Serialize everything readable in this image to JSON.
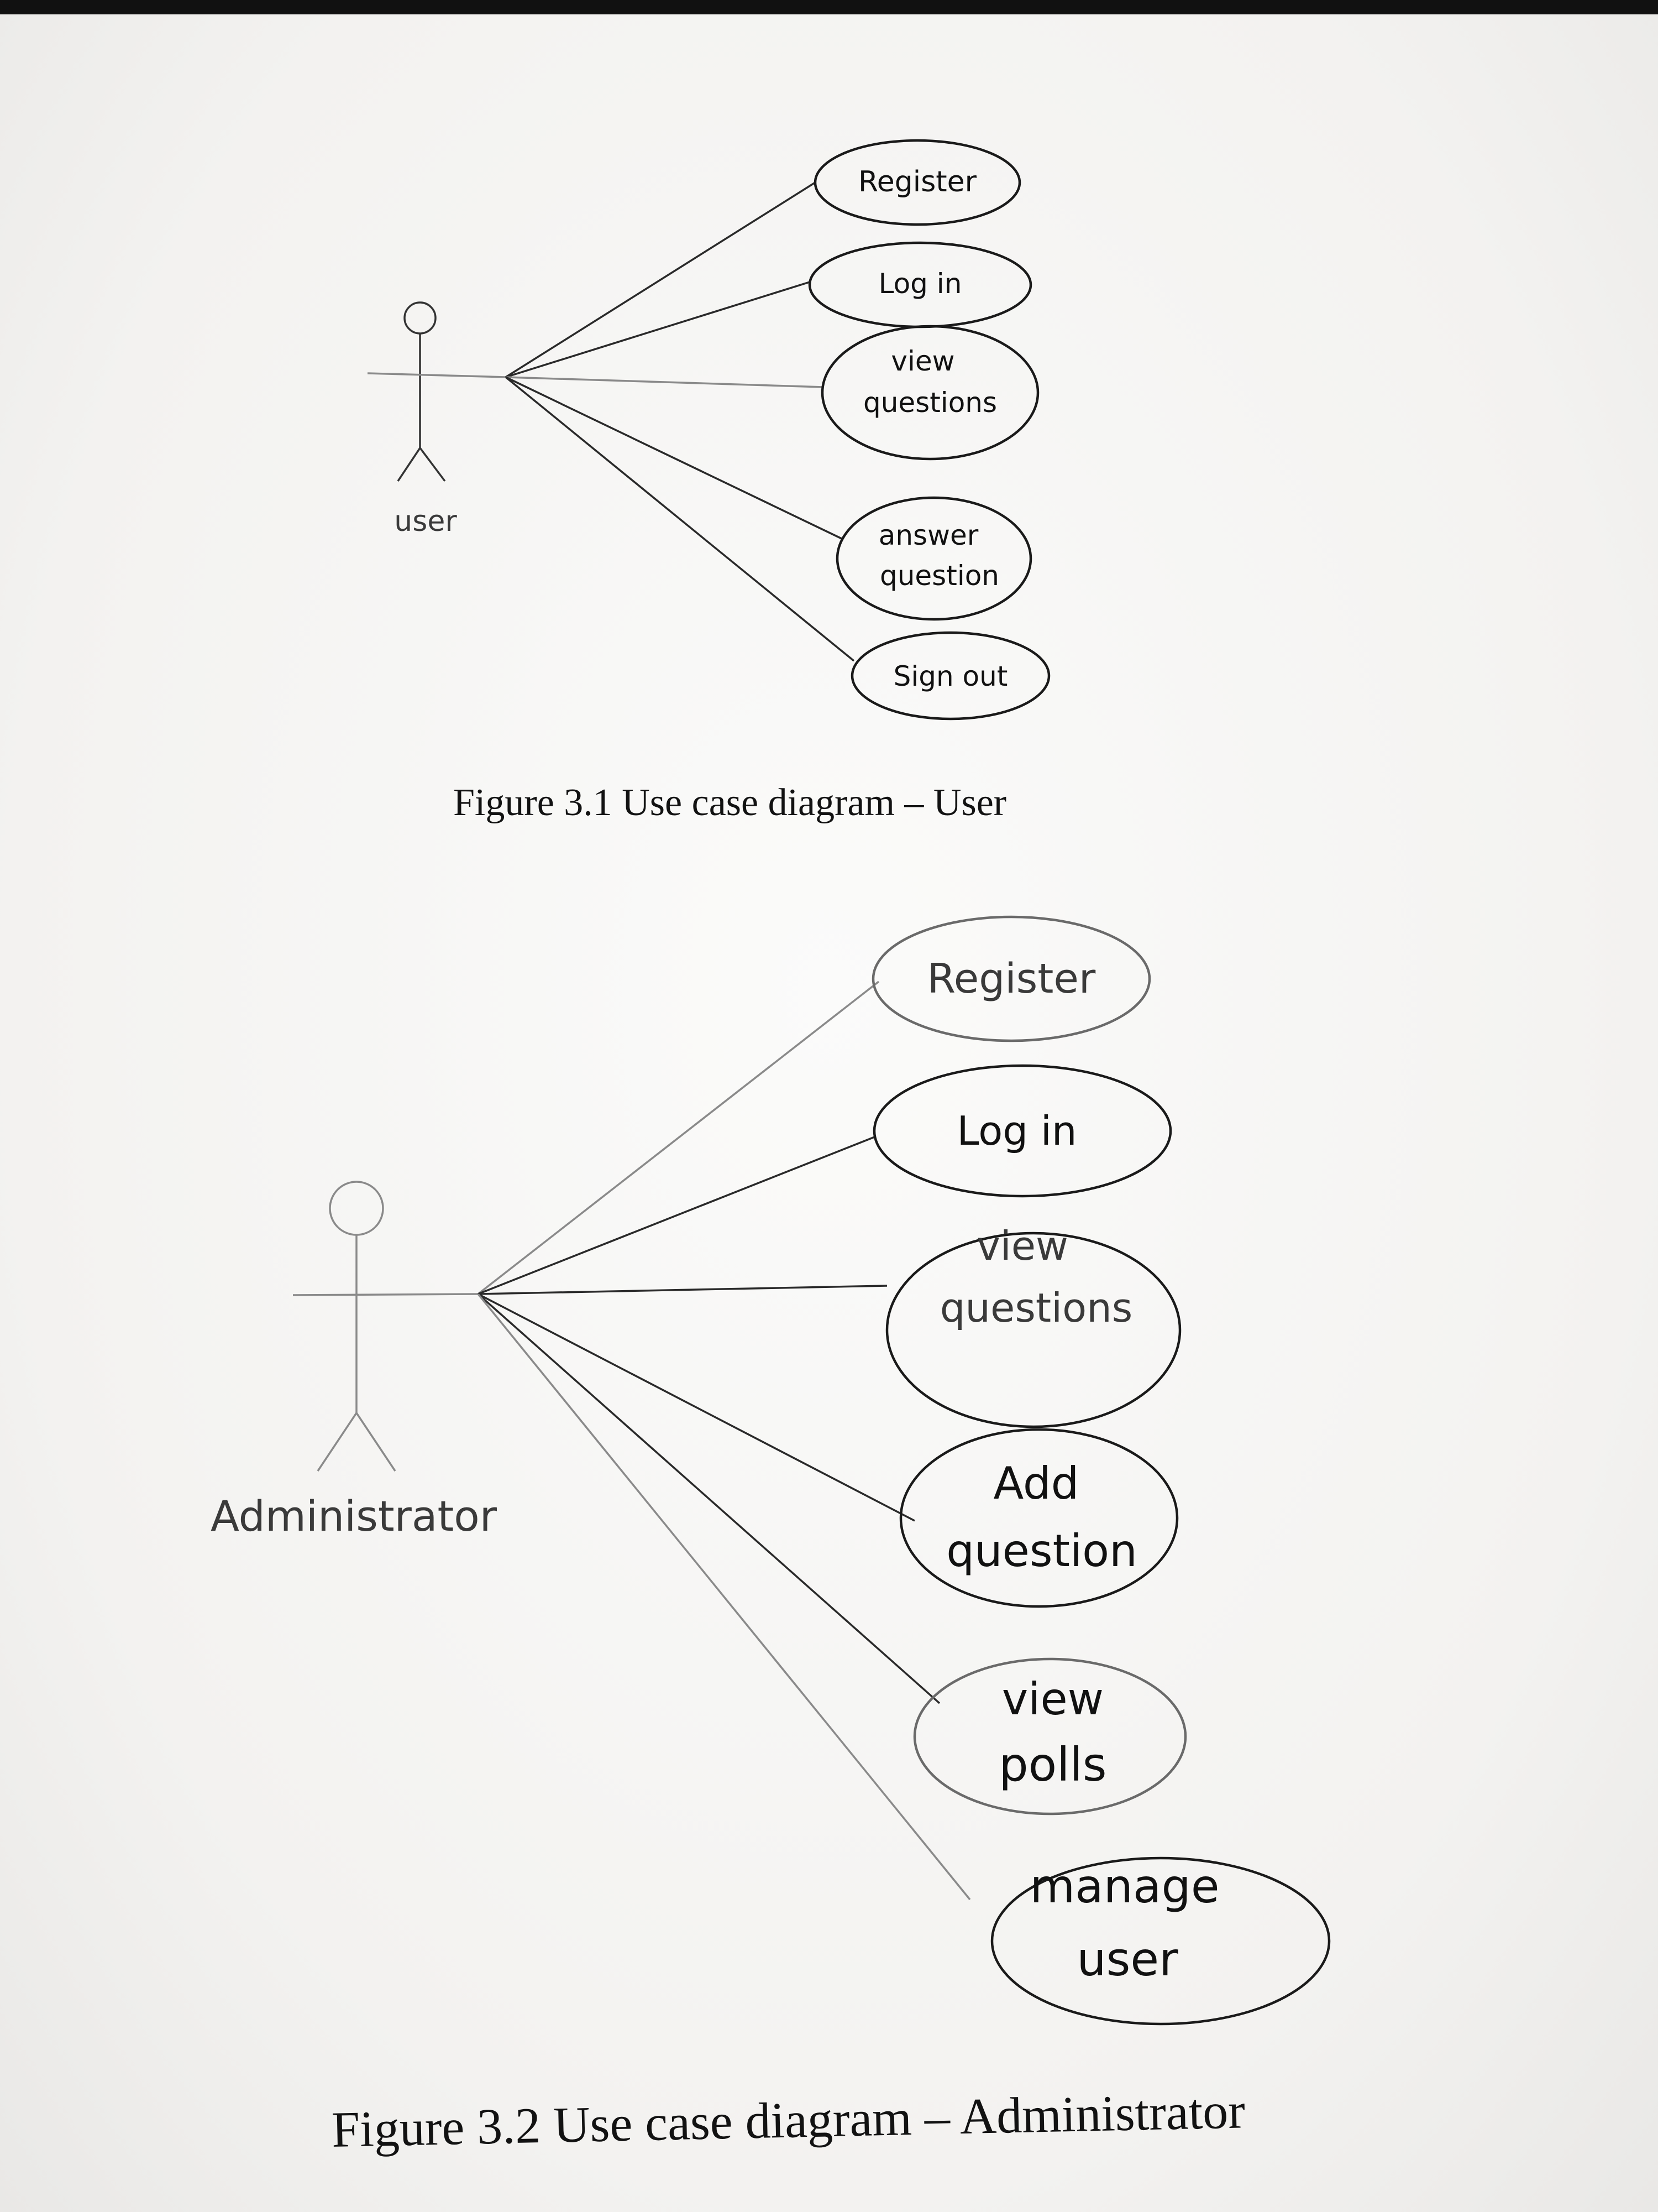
{
  "diagram1": {
    "actor": "user",
    "use_cases": [
      {
        "id": "uc1-register",
        "lines": [
          "Register"
        ]
      },
      {
        "id": "uc1-login",
        "lines": [
          "Log in"
        ]
      },
      {
        "id": "uc1-view-questions",
        "lines": [
          "view",
          "questions"
        ]
      },
      {
        "id": "uc1-answer-question",
        "lines": [
          "answer",
          "question"
        ]
      },
      {
        "id": "uc1-sign-out",
        "lines": [
          "Sign out"
        ]
      }
    ],
    "caption": "Figure 3.1 Use case diagram – User"
  },
  "diagram2": {
    "actor": "Administrator",
    "use_cases": [
      {
        "id": "uc2-register",
        "lines": [
          "Register"
        ]
      },
      {
        "id": "uc2-login",
        "lines": [
          "Log in"
        ]
      },
      {
        "id": "uc2-view-questions",
        "lines": [
          "view",
          "questions"
        ]
      },
      {
        "id": "uc2-add-question",
        "lines": [
          "Add",
          "question"
        ]
      },
      {
        "id": "uc2-view-polls",
        "lines": [
          "view",
          "polls"
        ]
      },
      {
        "id": "uc2-manage-user",
        "lines": [
          "manage",
          "user"
        ]
      }
    ],
    "caption": "Figure 3.2 Use case diagram – Administrator"
  }
}
